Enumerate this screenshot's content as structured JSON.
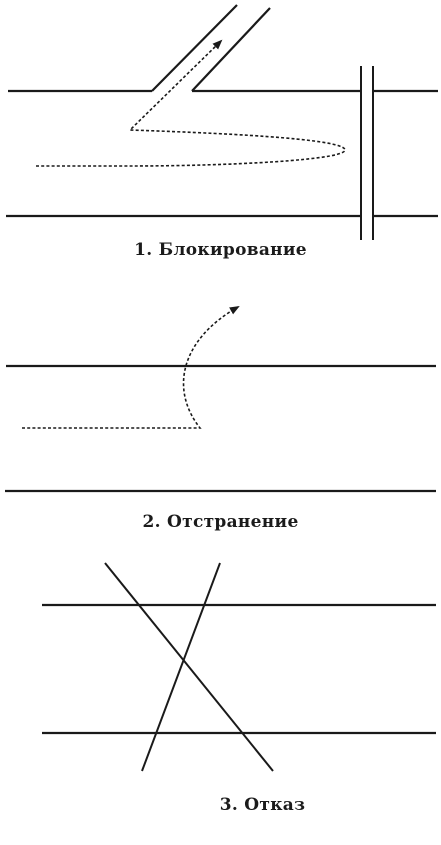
{
  "panels": [
    {
      "caption": "1. Блокирование"
    },
    {
      "caption": "2. Отстранение"
    },
    {
      "caption": "3. Отказ"
    }
  ],
  "colors": {
    "ink": "#1a1a1a",
    "background": "#ffffff"
  }
}
